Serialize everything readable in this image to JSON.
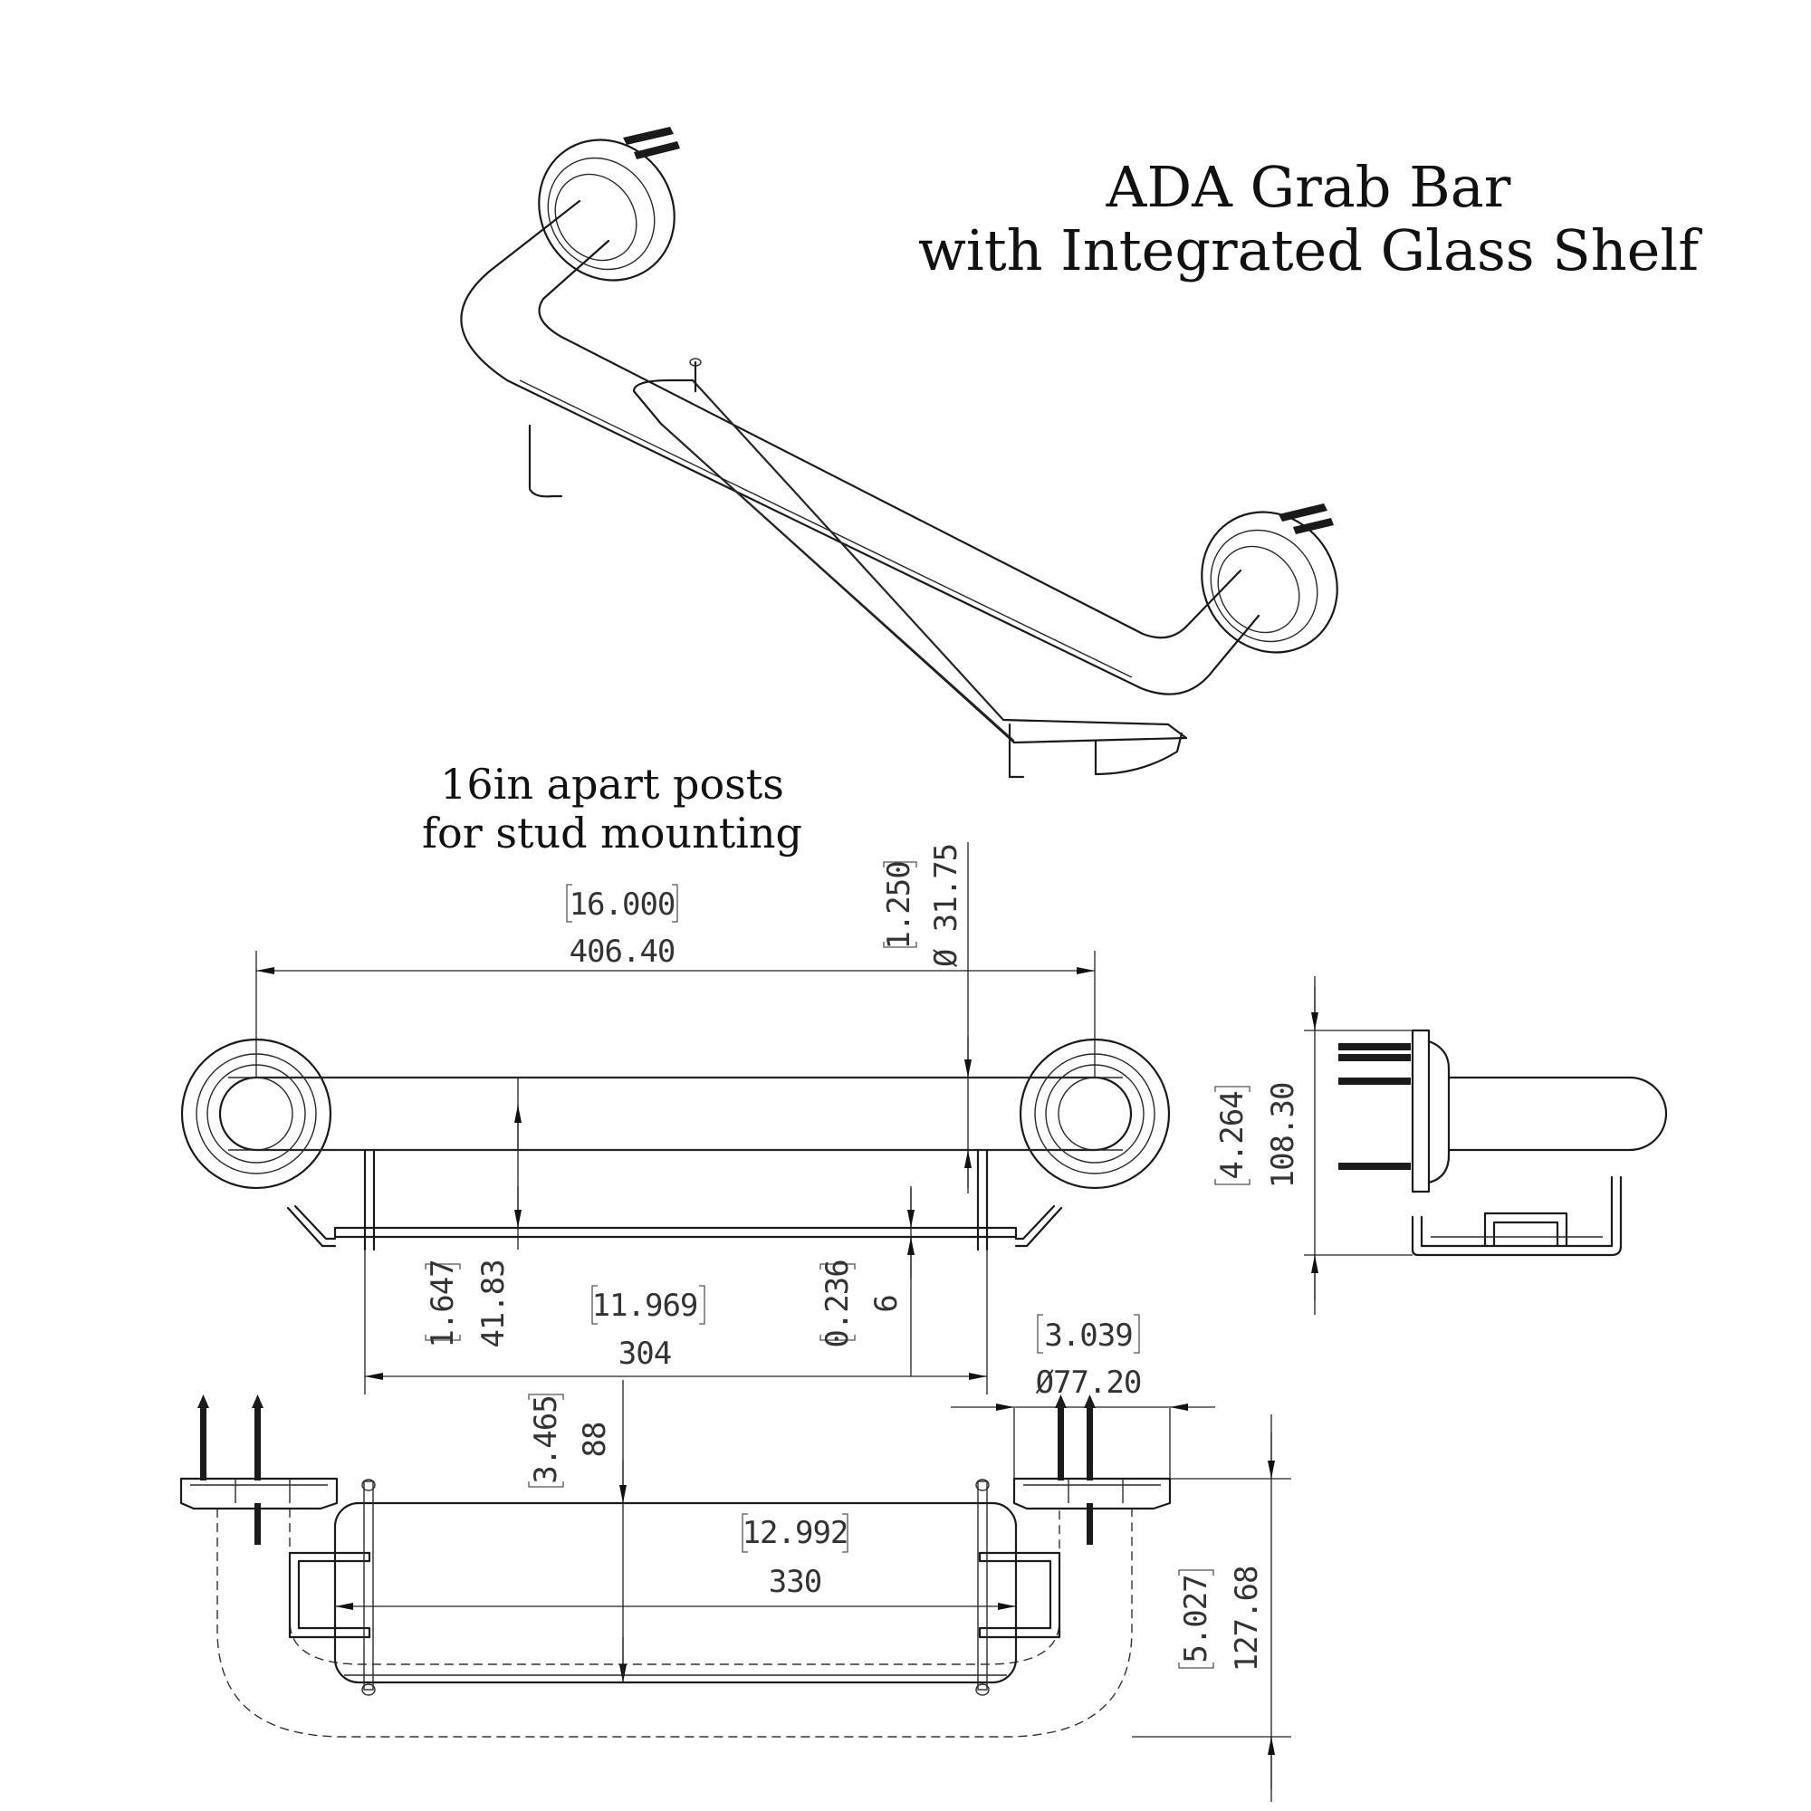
{
  "title": {
    "line1": "ADA Grab Bar",
    "line2": "with Integrated Glass Shelf"
  },
  "note": {
    "line1": "16in apart posts",
    "line2": "for stud mounting"
  },
  "dimensions": {
    "post_spacing": {
      "inch": "16.000",
      "mm": "406.40"
    },
    "bar_diameter": {
      "inch": "1.250",
      "mm": "Ø 31.75"
    },
    "bar_to_shelf": {
      "inch": "1.647",
      "mm": "41.83"
    },
    "shelf_support_span": {
      "inch": "11.969",
      "mm": "304"
    },
    "glass_thickness": {
      "inch": "0.236",
      "mm": "6"
    },
    "flange_diameter": {
      "inch": "3.039",
      "mm": "Ø77.20"
    },
    "side_height": {
      "inch": "4.264",
      "mm": "108.30"
    },
    "shelf_depth": {
      "inch": "3.465",
      "mm": "88"
    },
    "shelf_width": {
      "inch": "12.992",
      "mm": "330"
    },
    "projection": {
      "inch": "5.027",
      "mm": "127.68"
    }
  }
}
